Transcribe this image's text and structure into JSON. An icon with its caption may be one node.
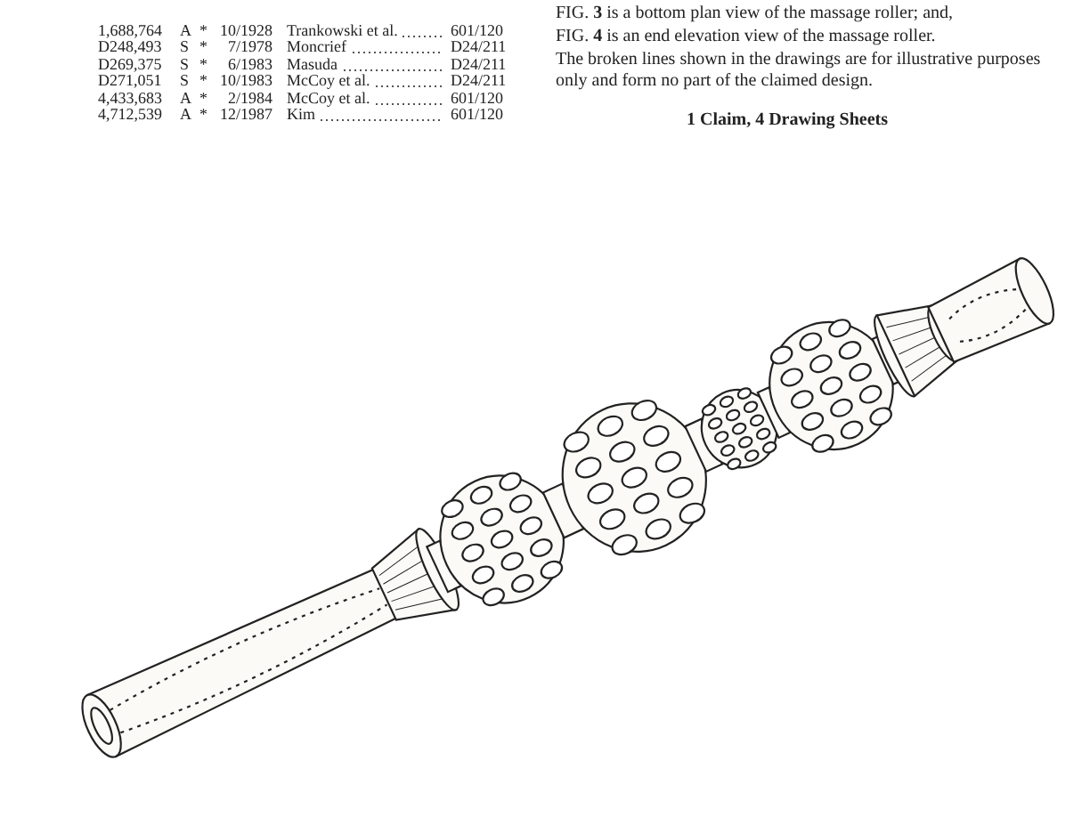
{
  "diagram": {
    "labels": [
      "1,688,764",
      "A",
      "*",
      "10/1928",
      "Trankowski et al.",
      "601/120",
      "D248,493",
      "S",
      "*",
      "7/1978",
      "Moncrief",
      "D24/211",
      "D269,375",
      "S",
      "*",
      "6/1983",
      "Masuda",
      "D24/211",
      "D271,051",
      "S",
      "*",
      "10/1983",
      "McCoy et al.",
      "D24/211",
      "4,433,683",
      "A",
      "*",
      "2/1984",
      "McCoy et al.",
      "601/120",
      "4,712,539",
      "A",
      "*",
      "12/1987",
      "Kim",
      "601/120",
      "FIG. **3** is a bottom plan view of the massage roller; and,",
      "FIG. **4** is an end elevation view of the massage roller.",
      "The broken lines shown in the drawings are for illustrative purposes only and form no part of the claimed design.",
      "1 Claim, 4 Drawing Sheets"
    ]
  }
}
